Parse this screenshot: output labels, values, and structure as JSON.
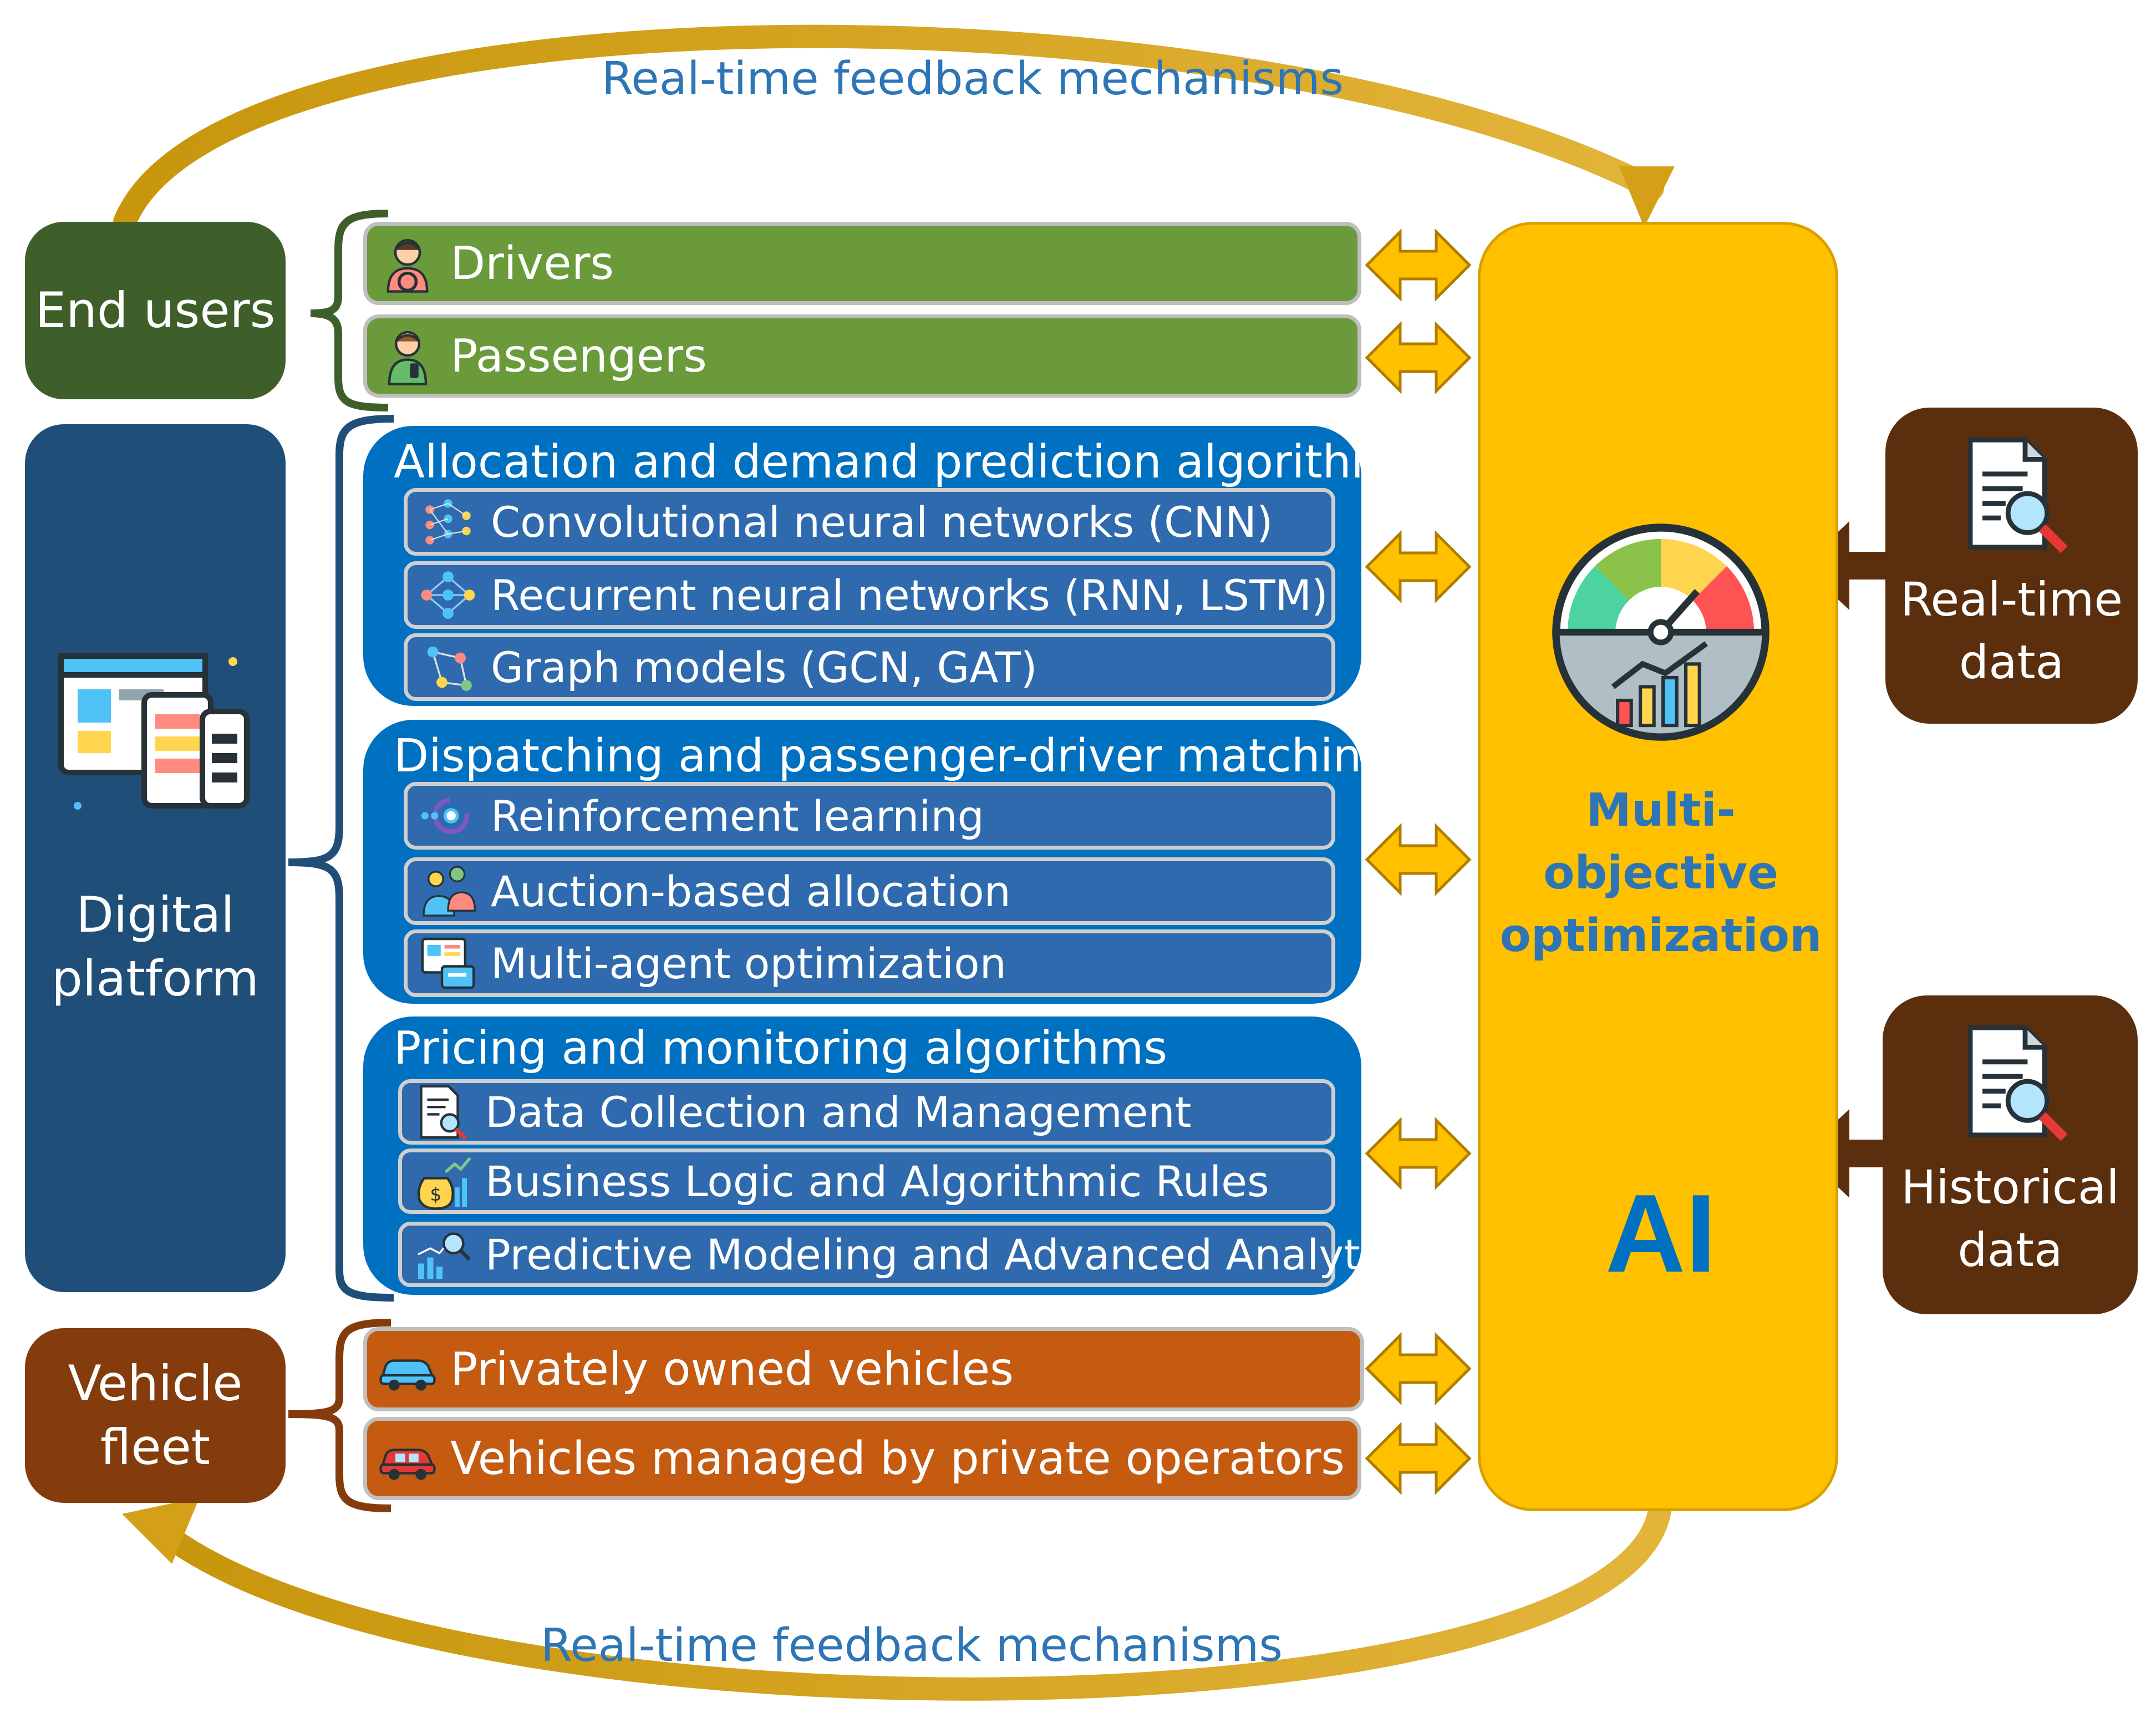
{
  "feedback": {
    "top": "Real-time feedback mechanisms",
    "bottom": "Real-time feedback mechanisms"
  },
  "end_users": {
    "label": "End users",
    "items": [
      "Drivers",
      "Passengers"
    ]
  },
  "digital_platform": {
    "label_line1": "Digital",
    "label_line2": "platform",
    "groups": [
      {
        "title": "Allocation and demand prediction algorithms",
        "items": [
          "Convolutional neural networks (CNN)",
          "Recurrent neural networks (RNN, LSTM)",
          "Graph models (GCN, GAT)"
        ]
      },
      {
        "title": "Dispatching and passenger-driver matching",
        "items": [
          "Reinforcement learning",
          "Auction-based allocation",
          "Multi-agent optimization"
        ]
      },
      {
        "title": "Pricing and monitoring algorithms",
        "items": [
          "Data Collection and Management",
          "Business Logic and Algorithmic Rules",
          "Predictive Modeling and Advanced Analytics"
        ]
      }
    ]
  },
  "vehicle_fleet": {
    "label_line1": "Vehicle",
    "label_line2": "fleet",
    "items": [
      "Privately owned vehicles",
      "Vehicles managed by private operators"
    ]
  },
  "ai": {
    "heading_line1": "Multi-",
    "heading_line2": "objective",
    "heading_line3": "optimization",
    "label": "AI"
  },
  "inputs": {
    "realtime_line1": "Real-time",
    "realtime_line2": "data",
    "historical_line1": "Historical",
    "historical_line2": "data"
  },
  "colors": {
    "green_dark": "#3e5f2a",
    "green_bar": "#6a9a3a",
    "navy": "#1f4e79",
    "blue_group": "#0070c0",
    "blue_item": "#2e6aad",
    "brown_fleet": "#843c0c",
    "orange_bar": "#c55a11",
    "gold": "#ffc000",
    "brown_data": "#5b2e0e",
    "feedback_text": "#2e75b6",
    "arrow_gold": "#d4a017"
  }
}
